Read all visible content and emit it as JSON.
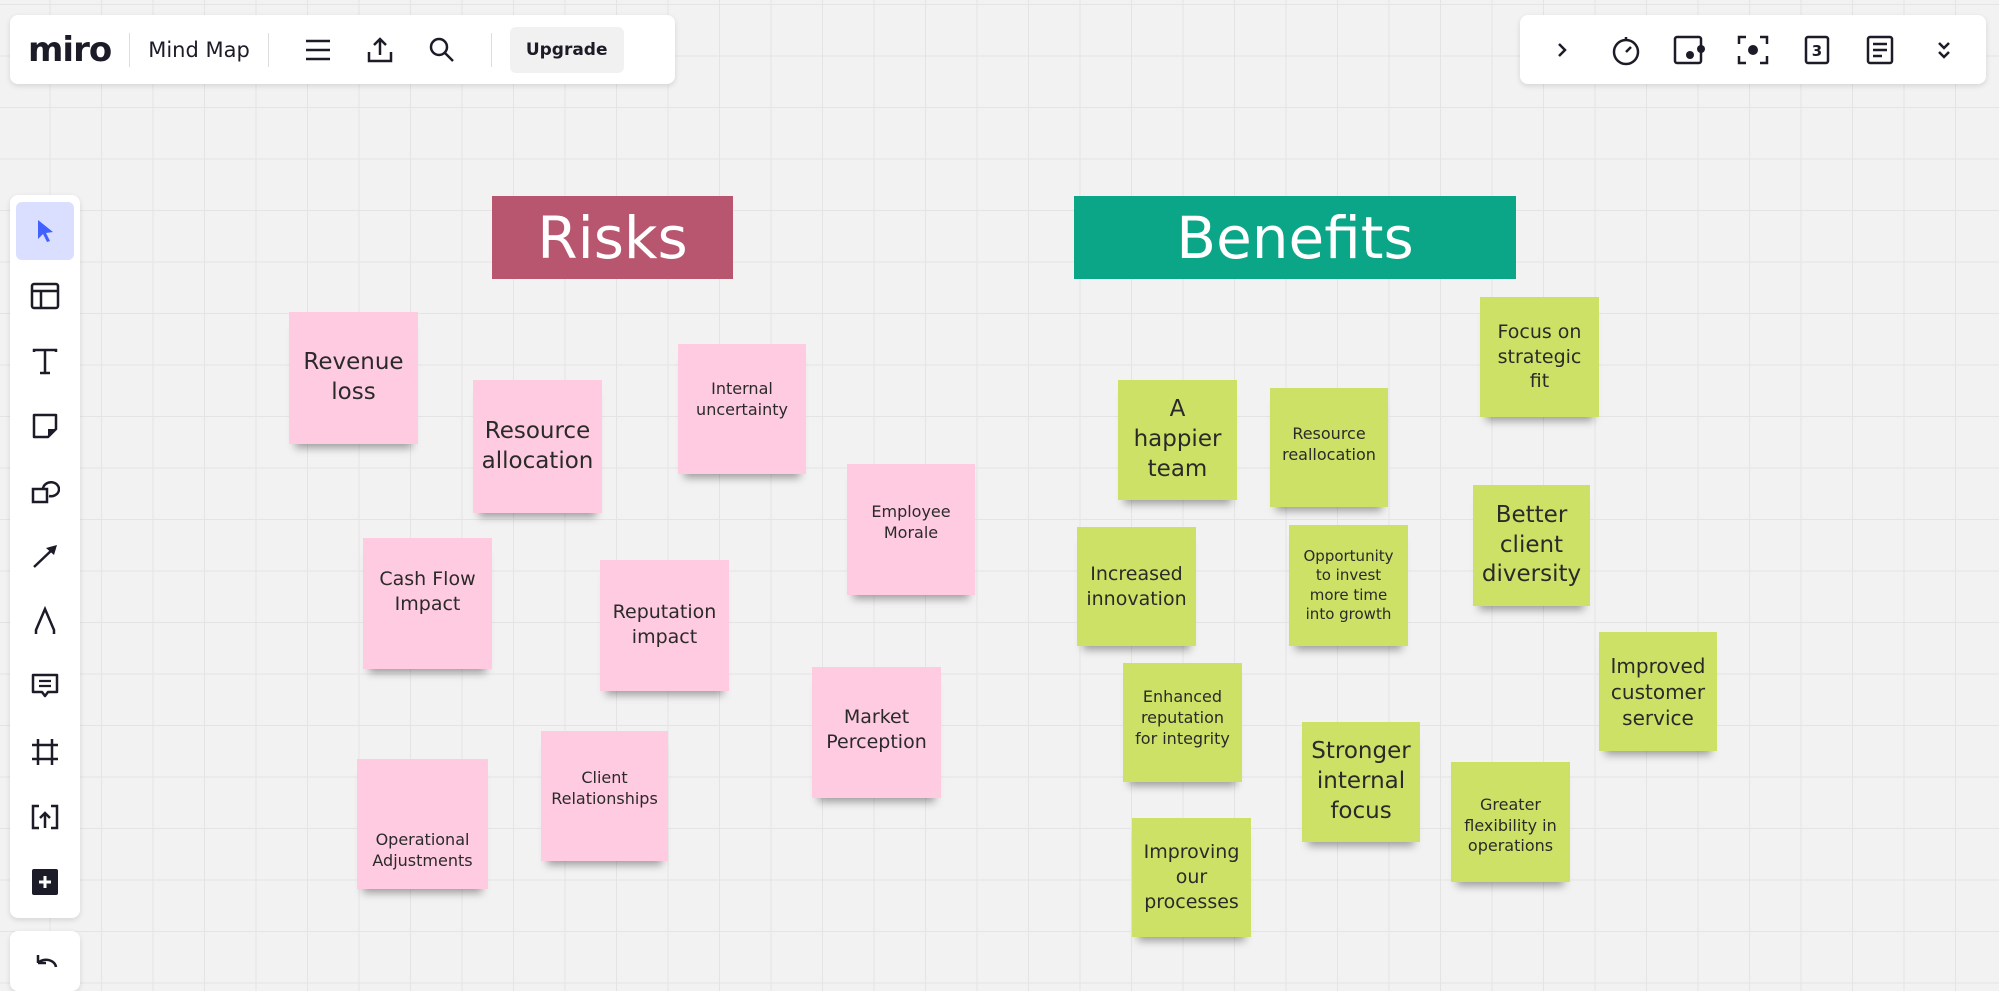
{
  "app": {
    "logo": "miro",
    "board_title": "Mind Map",
    "upgrade_label": "Upgrade"
  },
  "top_icons": [
    "menu-icon",
    "export-icon",
    "search-icon"
  ],
  "right_toolbar": [
    "chevron-right-icon",
    "timer-icon",
    "video-chat-icon",
    "focus-icon",
    "card-counter-icon",
    "notes-icon",
    "chevron-double-down-icon"
  ],
  "left_toolbar": [
    "select",
    "templates",
    "text",
    "sticky-note",
    "shapes",
    "arrow",
    "pen",
    "comment",
    "frame",
    "upload",
    "more"
  ],
  "colors": {
    "risks": "#b9566f",
    "benefits": "#0aa687",
    "pink_note": "#ffcbe0",
    "green_note": "#cde166",
    "accent": "#4262ff"
  },
  "headers": {
    "risks": "Risks",
    "benefits": "Benefits"
  },
  "risks": [
    {
      "text": "Revenue loss"
    },
    {
      "text": "Resource allocation"
    },
    {
      "text": "Internal uncertainty"
    },
    {
      "text": "Employee Morale"
    },
    {
      "text": "Cash Flow Impact"
    },
    {
      "text": "Reputation impact"
    },
    {
      "text": "Market Perception"
    },
    {
      "text": "Operational Adjustments"
    },
    {
      "text": "Client Relationships"
    }
  ],
  "benefits": [
    {
      "text": "Focus on strategic fit"
    },
    {
      "text": "A happier team"
    },
    {
      "text": "Resource reallocation"
    },
    {
      "text": "Better client diversity"
    },
    {
      "text": "Increased innovation"
    },
    {
      "text": "Opportunity to invest more time into growth"
    },
    {
      "text": "Improved customer service"
    },
    {
      "text": "Enhanced reputation for integrity"
    },
    {
      "text": "Stronger internal focus"
    },
    {
      "text": "Greater flexibility in operations"
    },
    {
      "text": "Improving our processes"
    }
  ]
}
